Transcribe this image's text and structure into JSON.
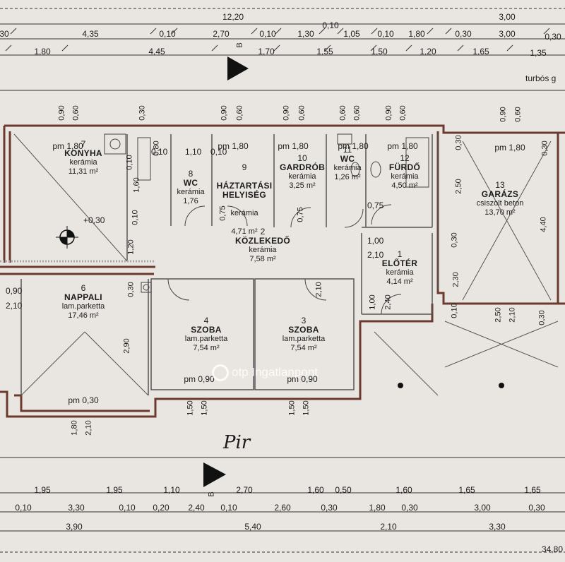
{
  "dimensions": {
    "top_total": "12,20",
    "top_total_right": "3,00",
    "top_row1": [
      "30",
      "4,35",
      "0,10",
      "2,70",
      "0,10",
      "1,30",
      "0,10",
      "1,05",
      "0,10",
      "1,80",
      "0,30",
      "3,00",
      "0,30"
    ],
    "top_row2": [
      "1,80",
      "4,45",
      "1,70",
      "1,55",
      "1,50",
      "1,20",
      "1,65",
      "1,35"
    ],
    "bottom_row1": [
      "1,95",
      "1,95",
      "1,10",
      "2,70",
      "1,60",
      "0,50",
      "1,60",
      "1,65",
      "1,65"
    ],
    "bottom_row2": [
      "0,10",
      "3,30",
      "0,10",
      "0,20",
      "2,40",
      "0,10",
      "2,60",
      "0,30",
      "1,80",
      "0,30",
      "3,00",
      "0,30"
    ],
    "bottom_row3": [
      "3,90",
      "5,40",
      "2,10",
      "3,30"
    ],
    "bottom_total": "34,80"
  },
  "section_marker": "B",
  "rooms": [
    {
      "num": "7",
      "name": "KONYHA",
      "material": "kerámia",
      "area": "11,31 m²"
    },
    {
      "num": "8",
      "name": "WC",
      "material": "kerámia",
      "area": "1,76"
    },
    {
      "num": "9",
      "name": "HÁZTARTÁSI\nHELYISÉG",
      "material": "kerámia",
      "area": "4,71 m²"
    },
    {
      "num": "10",
      "name": "GARDRÓB",
      "material": "kerámia",
      "area": "3,25 m²"
    },
    {
      "num": "11",
      "name": "WC",
      "material": "kerámia",
      "area": "1,26 m²"
    },
    {
      "num": "12",
      "name": "FÜRDŐ",
      "material": "kerámia",
      "area": "4,50 m²"
    },
    {
      "num": "13",
      "name": "GARÁZS",
      "material": "csiszolt beton",
      "area": "13,70 m²"
    },
    {
      "num": "2",
      "name": "KÖZLEKEDŐ",
      "material": "kerámia",
      "area": "7,58 m²"
    },
    {
      "num": "1",
      "name": "ELŐTÉR",
      "material": "kerámia",
      "area": "4,14 m²"
    },
    {
      "num": "6",
      "name": "NAPPALI",
      "material": "lam.parketta",
      "area": "17,46 m²"
    },
    {
      "num": "4",
      "name": "SZOBA",
      "material": "lam.parketta",
      "area": "7,54 m²"
    },
    {
      "num": "3",
      "name": "SZOBA",
      "material": "lam.parketta",
      "area": "7,54 m²"
    }
  ],
  "parapet_labels": [
    "pm 1,80",
    "pm 1,80",
    "pm 1,80",
    "pm 1,80",
    "pm 1,80",
    "pm 1,80",
    "pm 0,90",
    "pm 0,90",
    "pm 0,30"
  ],
  "window_labels_top": [
    "0,90",
    "0,60",
    "0,30",
    "0,90",
    "0,60",
    "0,90",
    "0,60",
    "0,60",
    "0,60",
    "0,90",
    "0,60",
    "0,90",
    "0,60"
  ],
  "window_labels_bottom": [
    "1,80",
    "2,10",
    "1,50",
    "1,50",
    "1,50",
    "1,50"
  ],
  "interior_labels": [
    "0,10",
    "1,10",
    "0,10",
    "0,80",
    "0,10",
    "1,60",
    "0,10",
    "1,20",
    "0,30",
    "2,50",
    "4,40",
    "0,30",
    "0,30",
    "1,00",
    "0,75",
    "0,75",
    "2,10",
    "1,00",
    "2,40",
    "2,30",
    "0,10",
    "2,10",
    "2,50",
    "0,30",
    "0,90",
    "2,10",
    "2,90",
    "0,30",
    "2,10",
    "0,75"
  ],
  "level_mark": "+0,30",
  "turbo_note": "turbós g",
  "watermark": "otp Ingatlanpont",
  "signature": "Pir",
  "colors": {
    "paper": "#e9e6e1",
    "wall": "#6b3a2e",
    "line": "#222222"
  }
}
